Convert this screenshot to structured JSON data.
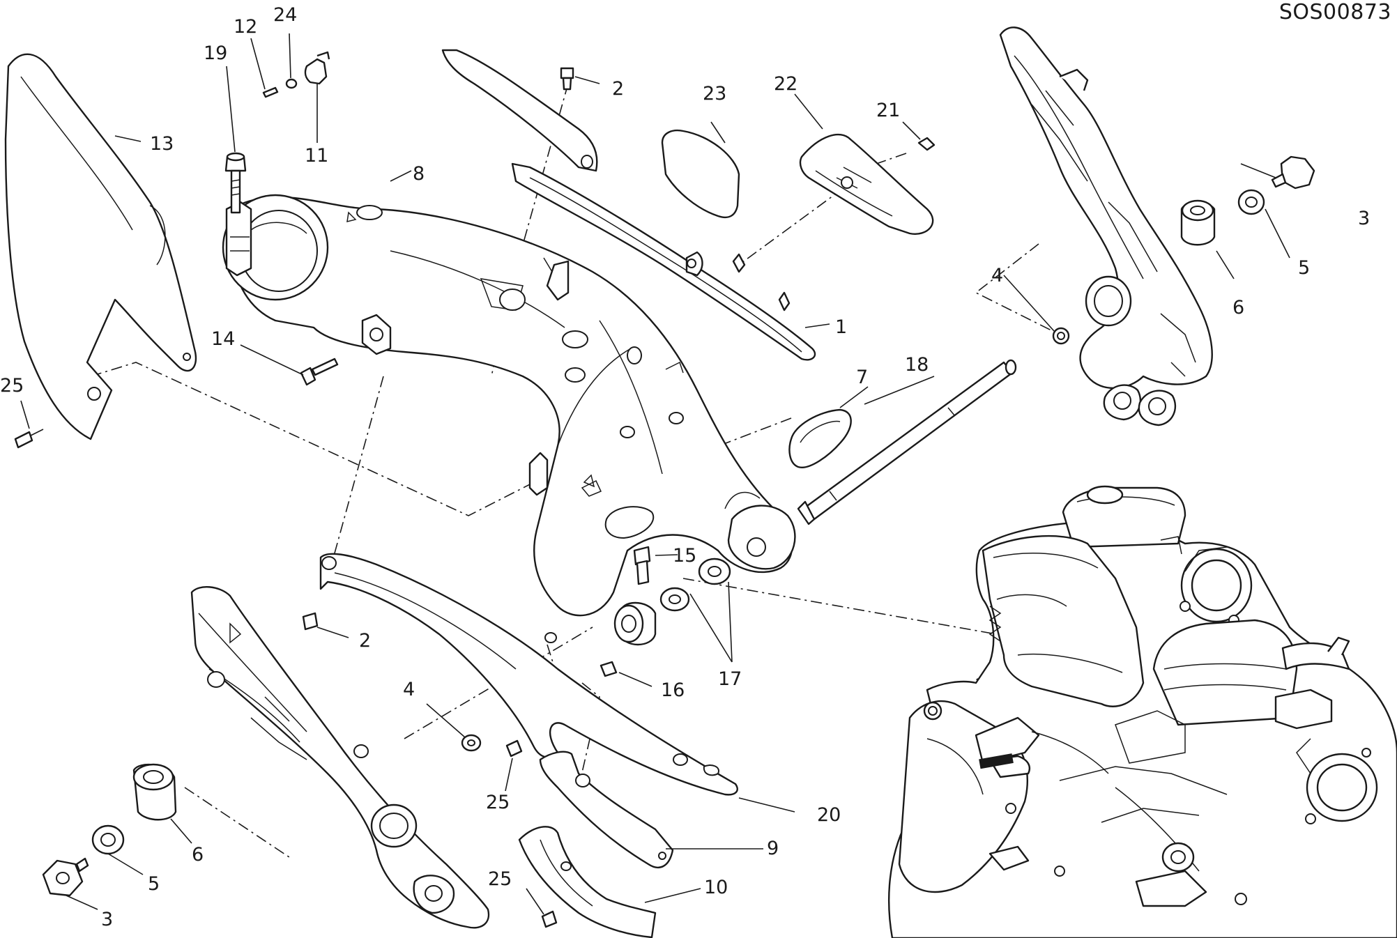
{
  "drawing_code": "SOS00873",
  "callouts": [
    {
      "id": "c1",
      "label": "1"
    },
    {
      "id": "c2a",
      "label": "2"
    },
    {
      "id": "c2b",
      "label": "2"
    },
    {
      "id": "c3a",
      "label": "3"
    },
    {
      "id": "c3b",
      "label": "3"
    },
    {
      "id": "c4a",
      "label": "4"
    },
    {
      "id": "c4b",
      "label": "4"
    },
    {
      "id": "c5a",
      "label": "5"
    },
    {
      "id": "c5b",
      "label": "5"
    },
    {
      "id": "c6a",
      "label": "6"
    },
    {
      "id": "c6b",
      "label": "6"
    },
    {
      "id": "c7",
      "label": "7"
    },
    {
      "id": "c8",
      "label": "8"
    },
    {
      "id": "c9",
      "label": "9"
    },
    {
      "id": "c10",
      "label": "10"
    },
    {
      "id": "c11",
      "label": "11"
    },
    {
      "id": "c12",
      "label": "12"
    },
    {
      "id": "c13",
      "label": "13"
    },
    {
      "id": "c14",
      "label": "14"
    },
    {
      "id": "c15",
      "label": "15"
    },
    {
      "id": "c16",
      "label": "16"
    },
    {
      "id": "c17",
      "label": "17"
    },
    {
      "id": "c18",
      "label": "18"
    },
    {
      "id": "c19",
      "label": "19"
    },
    {
      "id": "c20",
      "label": "20"
    },
    {
      "id": "c21",
      "label": "21"
    },
    {
      "id": "c22",
      "label": "22"
    },
    {
      "id": "c23",
      "label": "23"
    },
    {
      "id": "c24",
      "label": "24"
    },
    {
      "id": "c25a",
      "label": "25"
    },
    {
      "id": "c25b",
      "label": "25"
    },
    {
      "id": "c25c",
      "label": "25"
    }
  ]
}
